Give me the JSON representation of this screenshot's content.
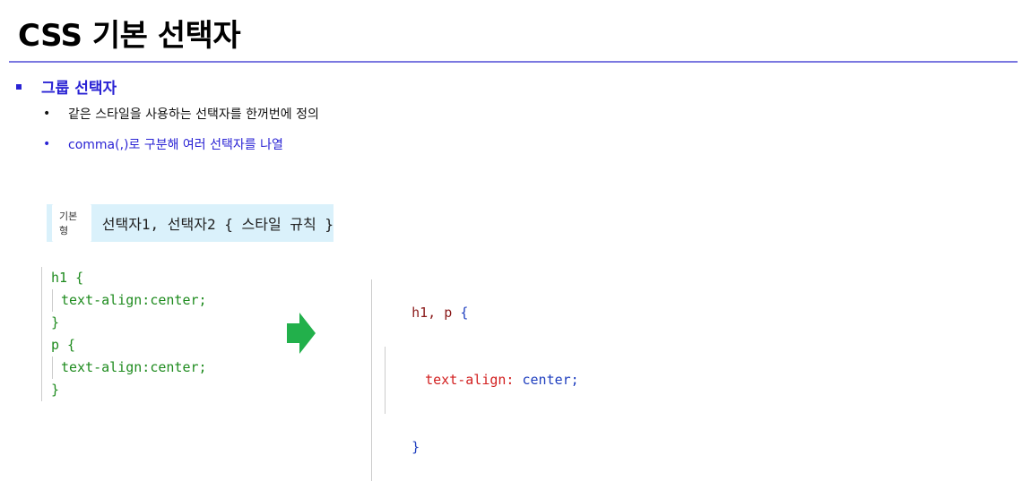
{
  "title": "CSS 기본 선택자",
  "section": {
    "heading": "그룹 선택자",
    "points": [
      "같은 스타일을 사용하는 선택자를 한꺼번에 정의",
      "comma(,)로 구분해 여러 선택자를 나열"
    ]
  },
  "syntax": {
    "tag": "기본형",
    "text": "선택자1, 선택자2 { 스타일 규칙 }"
  },
  "code_before": {
    "lines": [
      "h1 {",
      "text-align:center;",
      "}",
      "p {",
      "text-align:center;",
      "}"
    ]
  },
  "code_after": {
    "selector": "h1, p",
    "open_brace": "{",
    "property": "text-align:",
    "value": "center;",
    "close_brace": "}"
  },
  "colors": {
    "accent": "#2a23d4",
    "rule": "#7b78e0",
    "arrow": "#22b04b",
    "code_green": "#1e8b1e"
  }
}
